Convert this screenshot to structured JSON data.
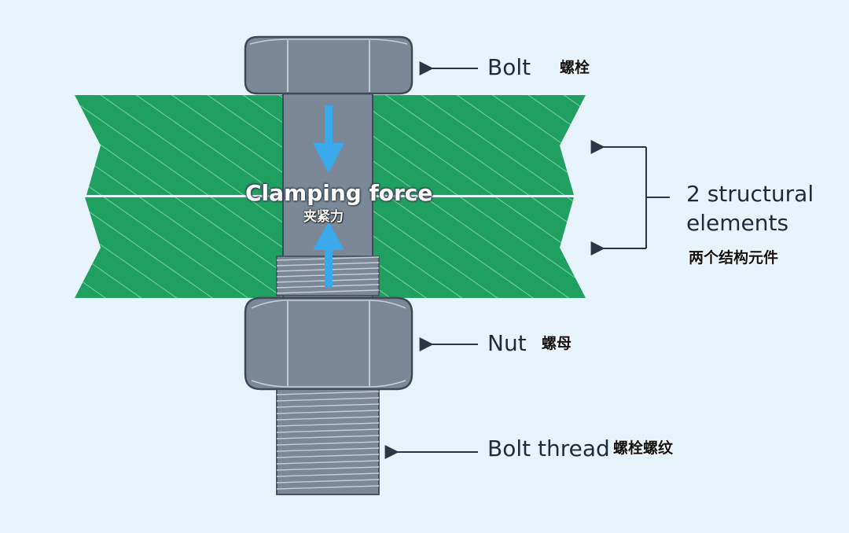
{
  "colors": {
    "background": "#e6f3fb",
    "plate": "#1fa060",
    "bolt": "#7a8898",
    "bolt_outline": "#3f4a57",
    "arrow": "#3aa9ec",
    "pointer": "#2a3545"
  },
  "labels": {
    "bolt_en": "Bolt",
    "bolt_cn": "螺栓",
    "elements_en_line1": "2 structural",
    "elements_en_line2": "elements",
    "elements_cn": "两个结构元件",
    "nut_en": "Nut",
    "nut_cn": "螺母",
    "thread_en": "Bolt thread",
    "thread_cn": "螺栓螺纹",
    "clamp_en": "Clamping force",
    "clamp_cn": "夹紧力"
  }
}
